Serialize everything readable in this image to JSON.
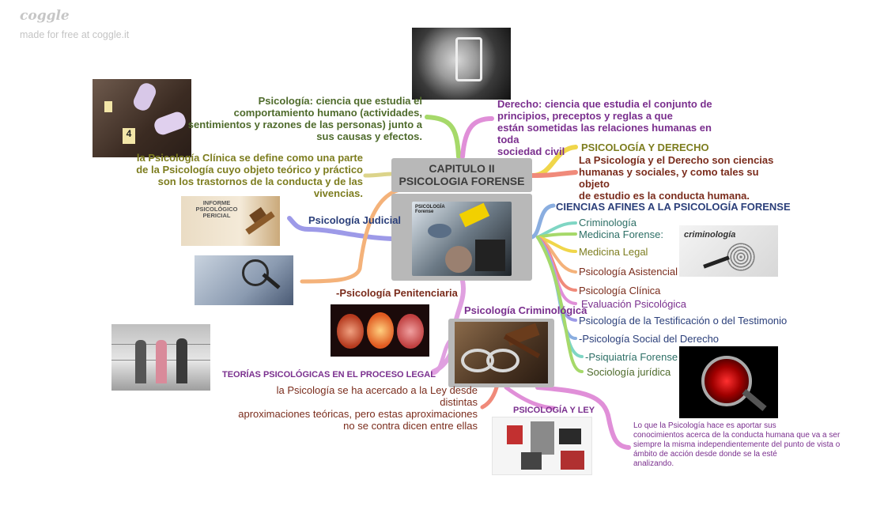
{
  "brand": {
    "logo": "coggle",
    "tagline": "made for free at coggle.it"
  },
  "center": {
    "line1": "CAPITULO II",
    "line2": "PSICOLOGIA FORENSE"
  },
  "nodes": {
    "psicologia_def": [
      "Psicología: ciencia que estudia el",
      "comportamiento humano (actividades,",
      "sentimientos y razones de las personas) junto a",
      "sus causas y efectos."
    ],
    "derecho_def": [
      "Derecho: ciencia que estudia el conjunto de",
      "principios, preceptos y reglas a que",
      "están sometidas las relaciones humanas en toda",
      "sociedad civil"
    ],
    "clinica_def": [
      "la Psicología Clínica se define como una parte",
      "de la Psicología cuyo objeto teórico y práctico",
      "son los trastornos de la conducta y de las",
      "vivencias."
    ],
    "psico_derecho_title": "PSICOLOGÍA Y DERECHO",
    "psico_derecho_text": [
      "La Psicología y el Derecho son ciencias",
      "humanas y sociales, y como tales su objeto",
      "de estudio es la conducta humana."
    ],
    "ciencias_title": "CIENCIAS AFINES A LA PSICOLOGÍA FORENSE",
    "ciencias_items": [
      "Criminología",
      "Medicina Forense:",
      "Medicina Legal",
      "Psicología Asistencial",
      "Psicología Clínica",
      "Evaluación Psicológica",
      "Psicología de la Testificación o del Testimonio",
      "-Psicología Social del Derecho",
      "-Psiquiatría Forense",
      "Sociología jurídica"
    ],
    "judicial": "Psicología Judicial",
    "penitenciaria": "-Psicología Penitenciaria",
    "criminologica": "Psicología Criminológica",
    "teorias_title": "TEORÍAS PSICOLÓGICAS EN EL PROCESO LEGAL",
    "teorias_text": [
      "la Psicología se ha acercado a la Ley desde",
      "distintas",
      "aproximaciones teóricas, pero estas aproximaciones",
      "no se contra dicen entre ellas"
    ],
    "psico_ley_title": "PSICOLOGÍA Y LEY",
    "psico_ley_text": [
      "Lo que la Psicología hace es aportar sus",
      "conocimientos acerca de la conducta humana que va a ser",
      "siempre la misma independientemente del punto de vista o",
      "ámbito de acción desde donde se la esté",
      "analizando."
    ]
  },
  "images": {
    "informe_label": [
      "INFORME",
      "PSICOLÓGICO",
      "PERICIAL"
    ],
    "criminologia_label": "criminología",
    "forensics_label": "PSICOLOGÍA Forense",
    "crime_scene_marker": "4"
  },
  "colors": {
    "green": "#4f6b2c",
    "olive": "#7d7d1f",
    "purple": "#7a2f8e",
    "navy": "#2b3f7a",
    "brown": "#7a2c1c",
    "branch_green": "#a6d96a",
    "branch_pink": "#e08fd8",
    "branch_yellow": "#f0d64a",
    "branch_red": "#f08a7a",
    "branch_lavender": "#9d9ae8",
    "branch_orange": "#f4b27a",
    "branch_blue": "#8aaee0",
    "branch_teal": "#7fd6c4"
  }
}
